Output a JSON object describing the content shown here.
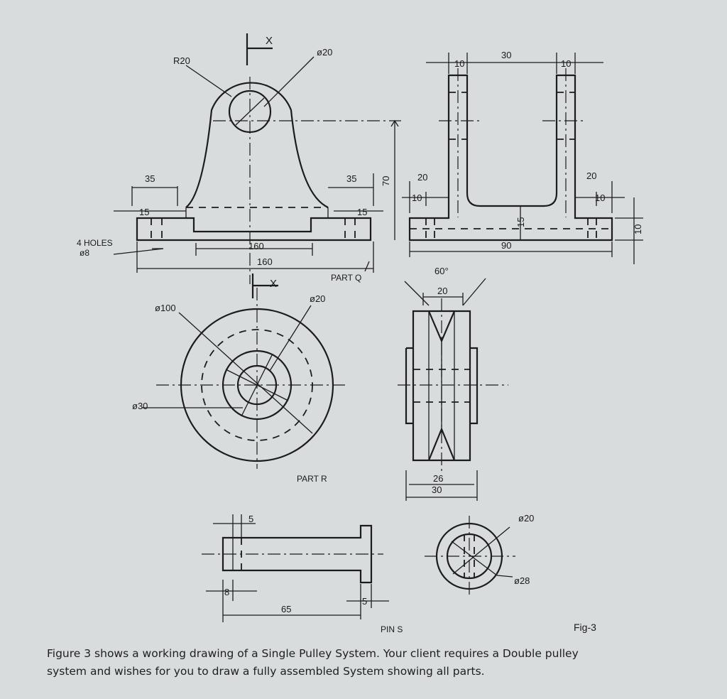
{
  "labels": {
    "r20": "R20",
    "x_top": "X",
    "phi20_top": "ø20",
    "d35_left": "35",
    "d15_left": "15",
    "d35_right": "35",
    "d15_right": "15",
    "d70": "70",
    "holes_line1": "4 HOLES",
    "holes_line2": "ø8",
    "d160_inner": "160",
    "d160_outer": "160",
    "part_q": "PART Q",
    "x_bottom": "X",
    "d10_a": "10",
    "d30": "30",
    "d10_b": "10",
    "d20_left": "20",
    "d10_inner_left": "10",
    "d20_right": "20",
    "d10_inner_right": "10",
    "d15_side": "15",
    "d90": "90",
    "d10_side": "10",
    "d60deg": "60°",
    "d20_groove": "20",
    "phi20_r": "ø20",
    "phi100": "ø100",
    "phi30": "ø30",
    "part_r": "PART R",
    "d26": "26",
    "d30_width": "30",
    "d5": "5",
    "d8": "8",
    "d65": "65",
    "d5_head": "5",
    "phi20_s": "ø20",
    "phi28": "ø28",
    "pin_s": "PIN S",
    "fig": "Fig-3"
  },
  "caption": {
    "line1": "Figure 3 shows a working drawing of a Single Pulley System. Your client requires a Double pulley",
    "line2": "system and wishes for you to draw a fully assembled System showing all parts."
  }
}
